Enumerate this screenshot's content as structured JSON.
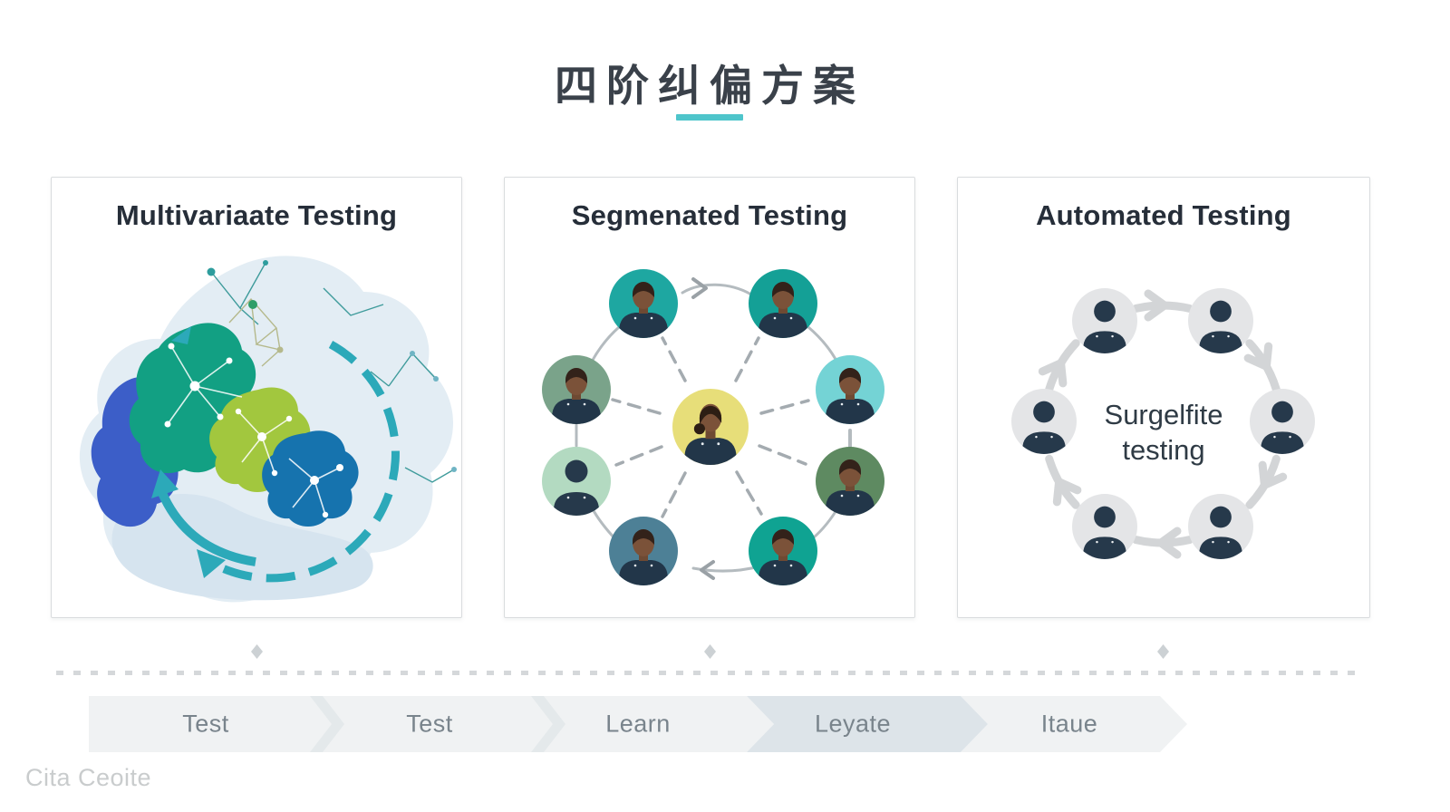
{
  "page": {
    "title": "四阶纠偏方案",
    "watermark": "Cita Ceoite"
  },
  "panels": [
    {
      "title": "Multivariaate Testing",
      "illustration": "abstract-blob-cycle-network"
    },
    {
      "title": "Segmenated Testing",
      "illustration": "hub-and-spoke-avatars"
    },
    {
      "title": "Automated Testing",
      "illustration": "avatar-cycle",
      "center_text": [
        "Surgelfite",
        "testing"
      ]
    }
  ],
  "timeline": {
    "stages": [
      {
        "label": "Test",
        "highlighted": false
      },
      {
        "label": "Test",
        "highlighted": false
      },
      {
        "label": "Learn",
        "highlighted": false
      },
      {
        "label": "Leyate",
        "highlighted": true
      },
      {
        "label": "Itaue",
        "highlighted": false
      }
    ]
  },
  "colors": {
    "accent_teal": "#4ec5cb",
    "title_text": "#3a414a",
    "panel_heading": "#262e39",
    "panel_border": "#d9dcde",
    "stage_fill": "#f0f2f3",
    "stage_highlight": "#dde4e9",
    "stage_label": "#79848c",
    "dashed_line": "#d5d8da",
    "watermark": "#c9cccd",
    "blob_light": "#e1ebf2",
    "blob_royal_blue": "#3c5ec8",
    "blob_teal": "#12a083",
    "blob_lime": "#a2c73e",
    "blob_blue": "#1673ae",
    "cycle_arrow_teal": "#2ca9b9",
    "hub_center_yellow": "#e7de79",
    "avatar_ring_colors": [
      "#1ea7a1",
      "#14a096",
      "#74d3d5",
      "#5e8a61",
      "#0fa392",
      "#4d8096",
      "#b3dac1",
      "#7aa38a"
    ],
    "person_navy": "#26394b",
    "person_skin": "#7b5239",
    "gray_circle": "#e4e5e7",
    "gray_arrow": "#d3d5d7"
  }
}
